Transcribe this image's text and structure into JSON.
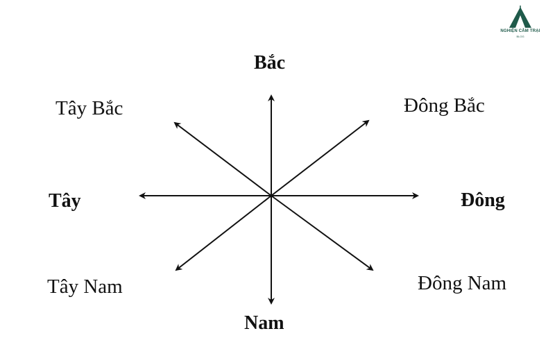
{
  "logo": {
    "name": "NGHIỆN CẮM TRẠI",
    "sub": "BLOG",
    "color": "#1f5a4a"
  },
  "directions": {
    "north": "Bắc",
    "south": "Nam",
    "west": "Tây",
    "east": "Đông",
    "northwest": "Tây Bắc",
    "northeast": "Đông Bắc",
    "southwest": "Tây Nam",
    "southeast": "Đông Nam"
  },
  "colors": {
    "ink": "#111111",
    "background": "#ffffff"
  }
}
